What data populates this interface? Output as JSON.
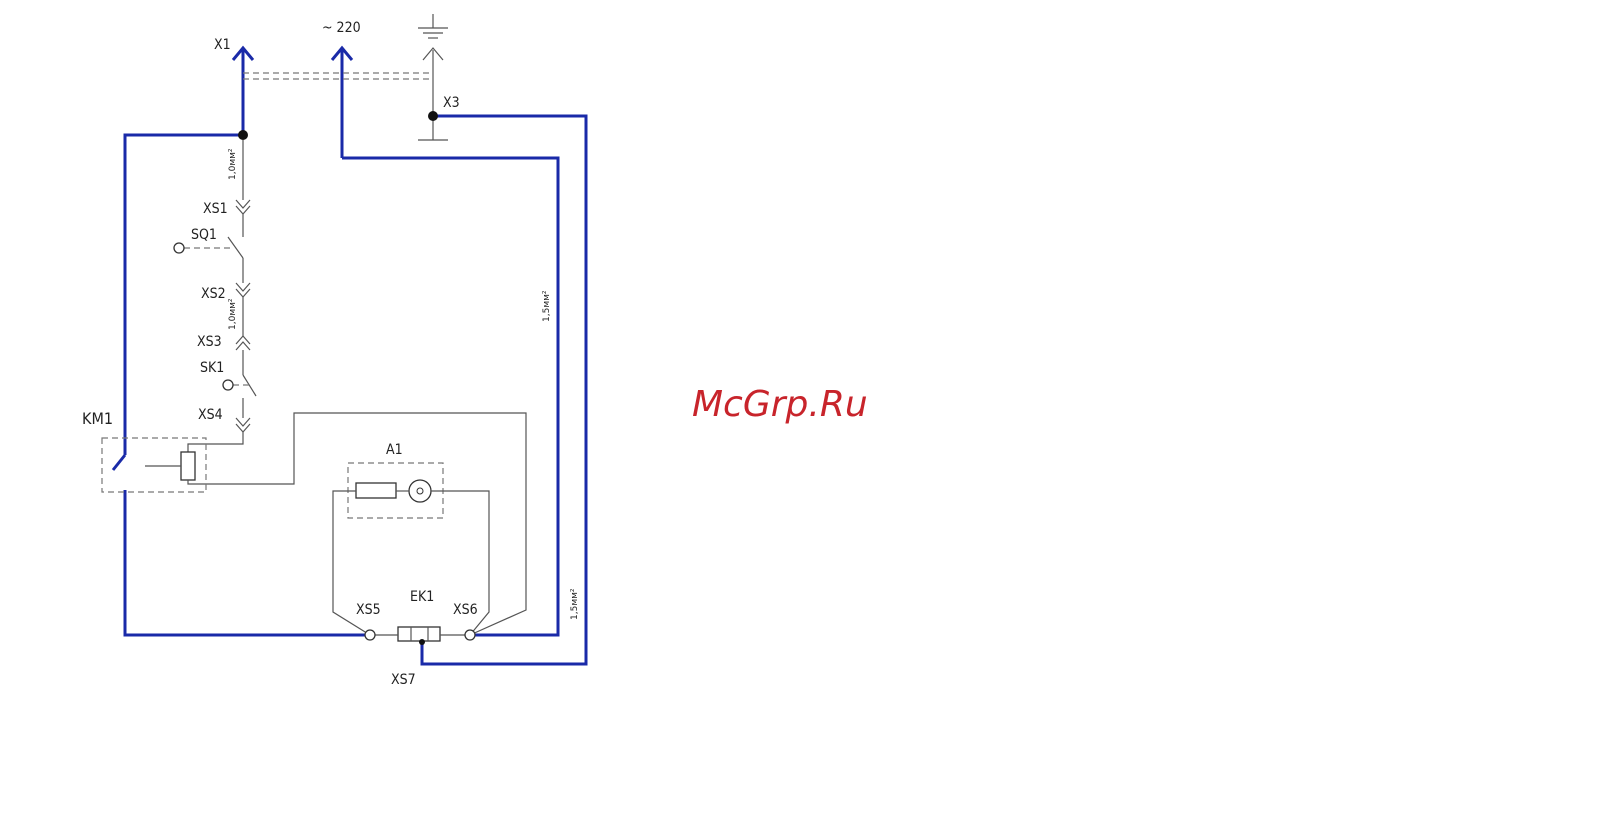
{
  "labels": {
    "x1": "X1",
    "supply": "~ 220",
    "x3": "X3",
    "xs1": "XS1",
    "sq1": "SQ1",
    "xs2": "XS2",
    "xs3": "XS3",
    "sk1": "SK1",
    "xs4": "XS4",
    "km1": "KM1",
    "a1": "A1",
    "ek1": "EK1",
    "xs5": "XS5",
    "xs6": "XS6",
    "xs7": "XS7"
  },
  "wire_labels": {
    "w1": "1,0мм²",
    "w2": "1,0мм²",
    "w3": "1,5мм²",
    "w4": "1,5мм²"
  },
  "watermark": "McGrp.Ru",
  "colors": {
    "power_wire": "#1a2aa8",
    "watermark": "#c8242b"
  }
}
